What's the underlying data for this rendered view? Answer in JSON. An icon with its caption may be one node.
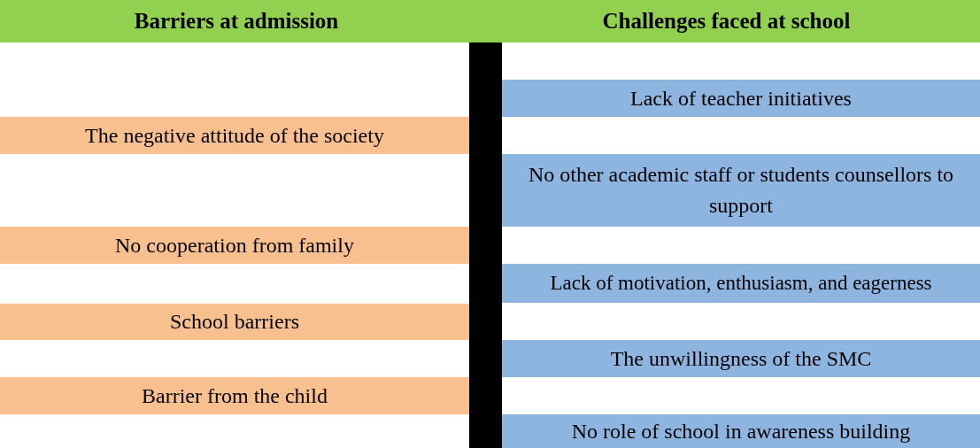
{
  "diagram": {
    "nodes": [
      {
        "text": [
          "Barriers at admission"
        ]
      },
      {
        "text": [
          "Challenges faced at school"
        ]
      },
      {
        "text": [
          "Lack of teacher initiatives"
        ]
      },
      {
        "text": [
          "The negative attitude of the society"
        ]
      },
      {
        "text": [
          "No other academic staff or students counsellors to support"
        ]
      },
      {
        "text": [
          "No cooperation from family"
        ]
      },
      {
        "text": [
          "Lack of motivation, enthusiasm, and eagerness"
        ]
      },
      {
        "text": [
          "School barriers"
        ]
      },
      {
        "text": [
          "The unwillingness of the SMC"
        ]
      },
      {
        "text": [
          "Barrier from the child"
        ]
      },
      {
        "text": [
          "No role of school in awareness building"
        ]
      },
      {
        "text": [],
        "shape": "bar"
      }
    ]
  }
}
